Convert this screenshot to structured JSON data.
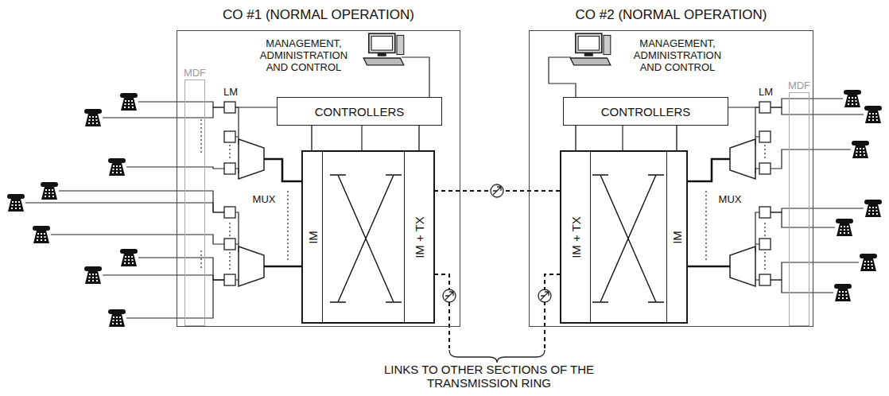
{
  "diagram": {
    "nodes": [
      {
        "text": [
          "CO #1 (NORMAL OPERATION)"
        ]
      },
      {
        "text": [
          "CONTROLLERS"
        ],
        "in": 0
      },
      {
        "text": [
          "IM"
        ],
        "in": 0
      },
      {
        "text": [
          "IM + TX"
        ],
        "in": 0
      },
      {
        "text": [
          "MDF"
        ],
        "in": 0
      },
      {
        "text": [
          "CO #2 (NORMAL OPERATION)"
        ]
      },
      {
        "text": [
          "CONTROLLERS"
        ],
        "in": 5
      },
      {
        "text": [
          "IM + TX"
        ],
        "in": 5
      },
      {
        "text": [
          "IM"
        ],
        "in": 5
      },
      {
        "text": [
          "MDF"
        ],
        "in": 5
      }
    ],
    "edges": [
      {
        "from": 1,
        "to": 2,
        "arrow": "none"
      },
      {
        "from": 1,
        "to": 3,
        "arrow": "none"
      },
      {
        "from": 3,
        "to": 7,
        "arrow": "none"
      },
      {
        "from": 6,
        "to": 7,
        "arrow": "none"
      },
      {
        "from": 6,
        "to": 8,
        "arrow": "none"
      }
    ],
    "labels": [
      "MANAGEMENT, ADMINISTRATION AND CONTROL",
      "LM",
      "MUX",
      "MANAGEMENT, ADMINISTRATION AND CONTROL",
      "LM",
      "MUX",
      "LINKS TO OTHER SECTIONS OF THE TRANSMISSION RING"
    ]
  }
}
